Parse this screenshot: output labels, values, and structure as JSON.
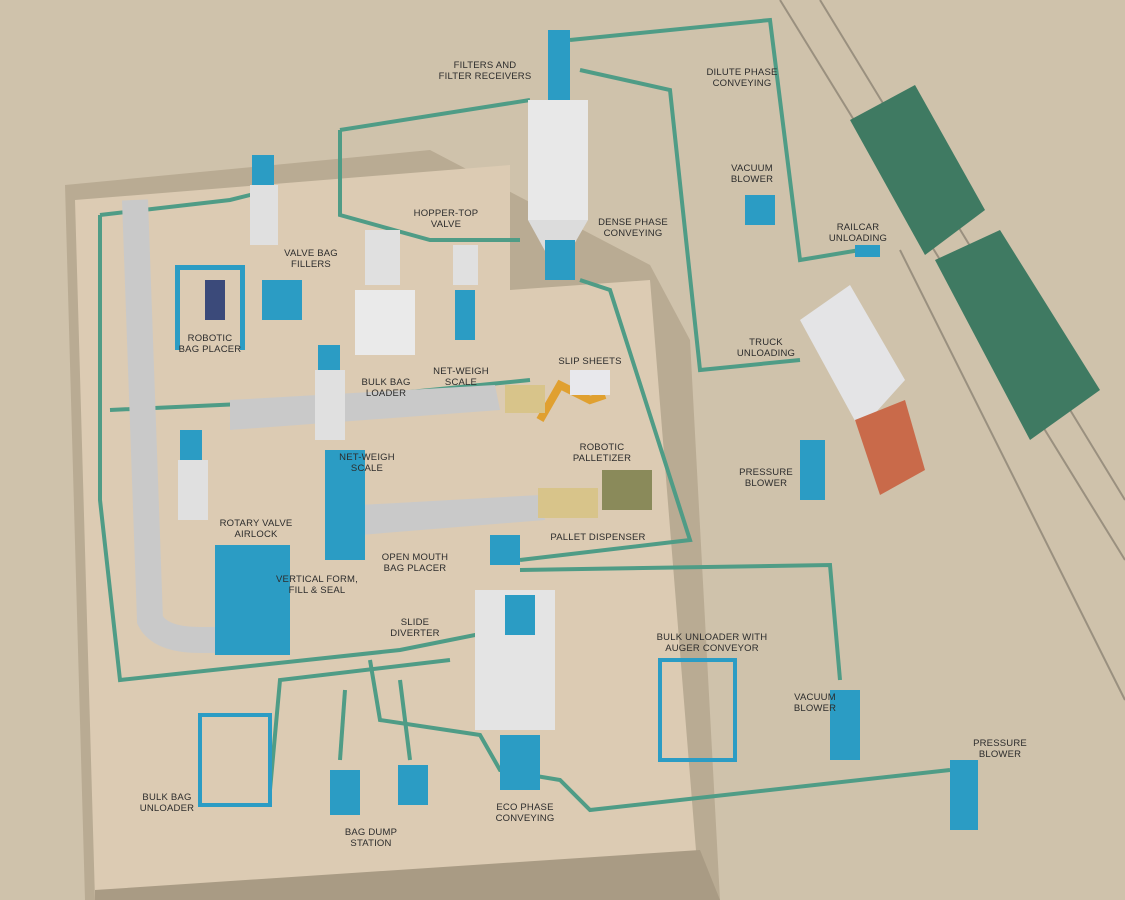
{
  "diagram": {
    "labels": [
      {
        "id": "filters",
        "text": "FILTERS AND\nFILTER RECEIVERS"
      },
      {
        "id": "dilute",
        "text": "DILUTE PHASE\nCONVEYING"
      },
      {
        "id": "vacuum-blower-top",
        "text": "VACUUM\nBLOWER"
      },
      {
        "id": "hopper-top",
        "text": "HOPPER-TOP\nVALVE"
      },
      {
        "id": "dense",
        "text": "DENSE PHASE\nCONVEYING"
      },
      {
        "id": "railcar",
        "text": "RAILCAR\nUNLOADING"
      },
      {
        "id": "valve-bag",
        "text": "VALVE BAG\nFILLERS"
      },
      {
        "id": "robotic-bag",
        "text": "ROBOTIC\nBAG PLACER"
      },
      {
        "id": "truck",
        "text": "TRUCK\nUNLOADING"
      },
      {
        "id": "bulk-bag-loader",
        "text": "BULK BAG\nLOADER"
      },
      {
        "id": "net-weigh-1",
        "text": "NET-WEIGH\nSCALE"
      },
      {
        "id": "slip-sheets",
        "text": "SLIP SHEETS"
      },
      {
        "id": "palletizer",
        "text": "ROBOTIC\nPALLETIZER"
      },
      {
        "id": "net-weigh-2",
        "text": "NET-WEIGH\nSCALE"
      },
      {
        "id": "pressure-blower-mid",
        "text": "PRESSURE\nBLOWER"
      },
      {
        "id": "rotary-valve",
        "text": "ROTARY VALVE\nAIRLOCK"
      },
      {
        "id": "pallet-dispenser",
        "text": "PALLET DISPENSER"
      },
      {
        "id": "open-mouth",
        "text": "OPEN MOUTH\nBAG PLACER"
      },
      {
        "id": "vffs",
        "text": "VERTICAL FORM,\nFILL & SEAL"
      },
      {
        "id": "slide-diverter",
        "text": "SLIDE\nDIVERTER"
      },
      {
        "id": "bulk-unloader-auger",
        "text": "BULK UNLOADER WITH\nAUGER CONVEYOR"
      },
      {
        "id": "vacuum-blower-low",
        "text": "VACUUM\nBLOWER"
      },
      {
        "id": "pressure-blower-low",
        "text": "PRESSURE\nBLOWER"
      },
      {
        "id": "bulk-bag-unloader",
        "text": "BULK BAG\nUNLOADER"
      },
      {
        "id": "bag-dump",
        "text": "BAG DUMP\nSTATION"
      },
      {
        "id": "eco-phase",
        "text": "ECO PHASE\nCONVEYING"
      }
    ],
    "colors": {
      "equipment": "#2b9cc4",
      "pipe": "#4f9c86",
      "railcar": "#3f7a62",
      "truck": "#c96a4a",
      "floor": "#dccbb3"
    }
  }
}
